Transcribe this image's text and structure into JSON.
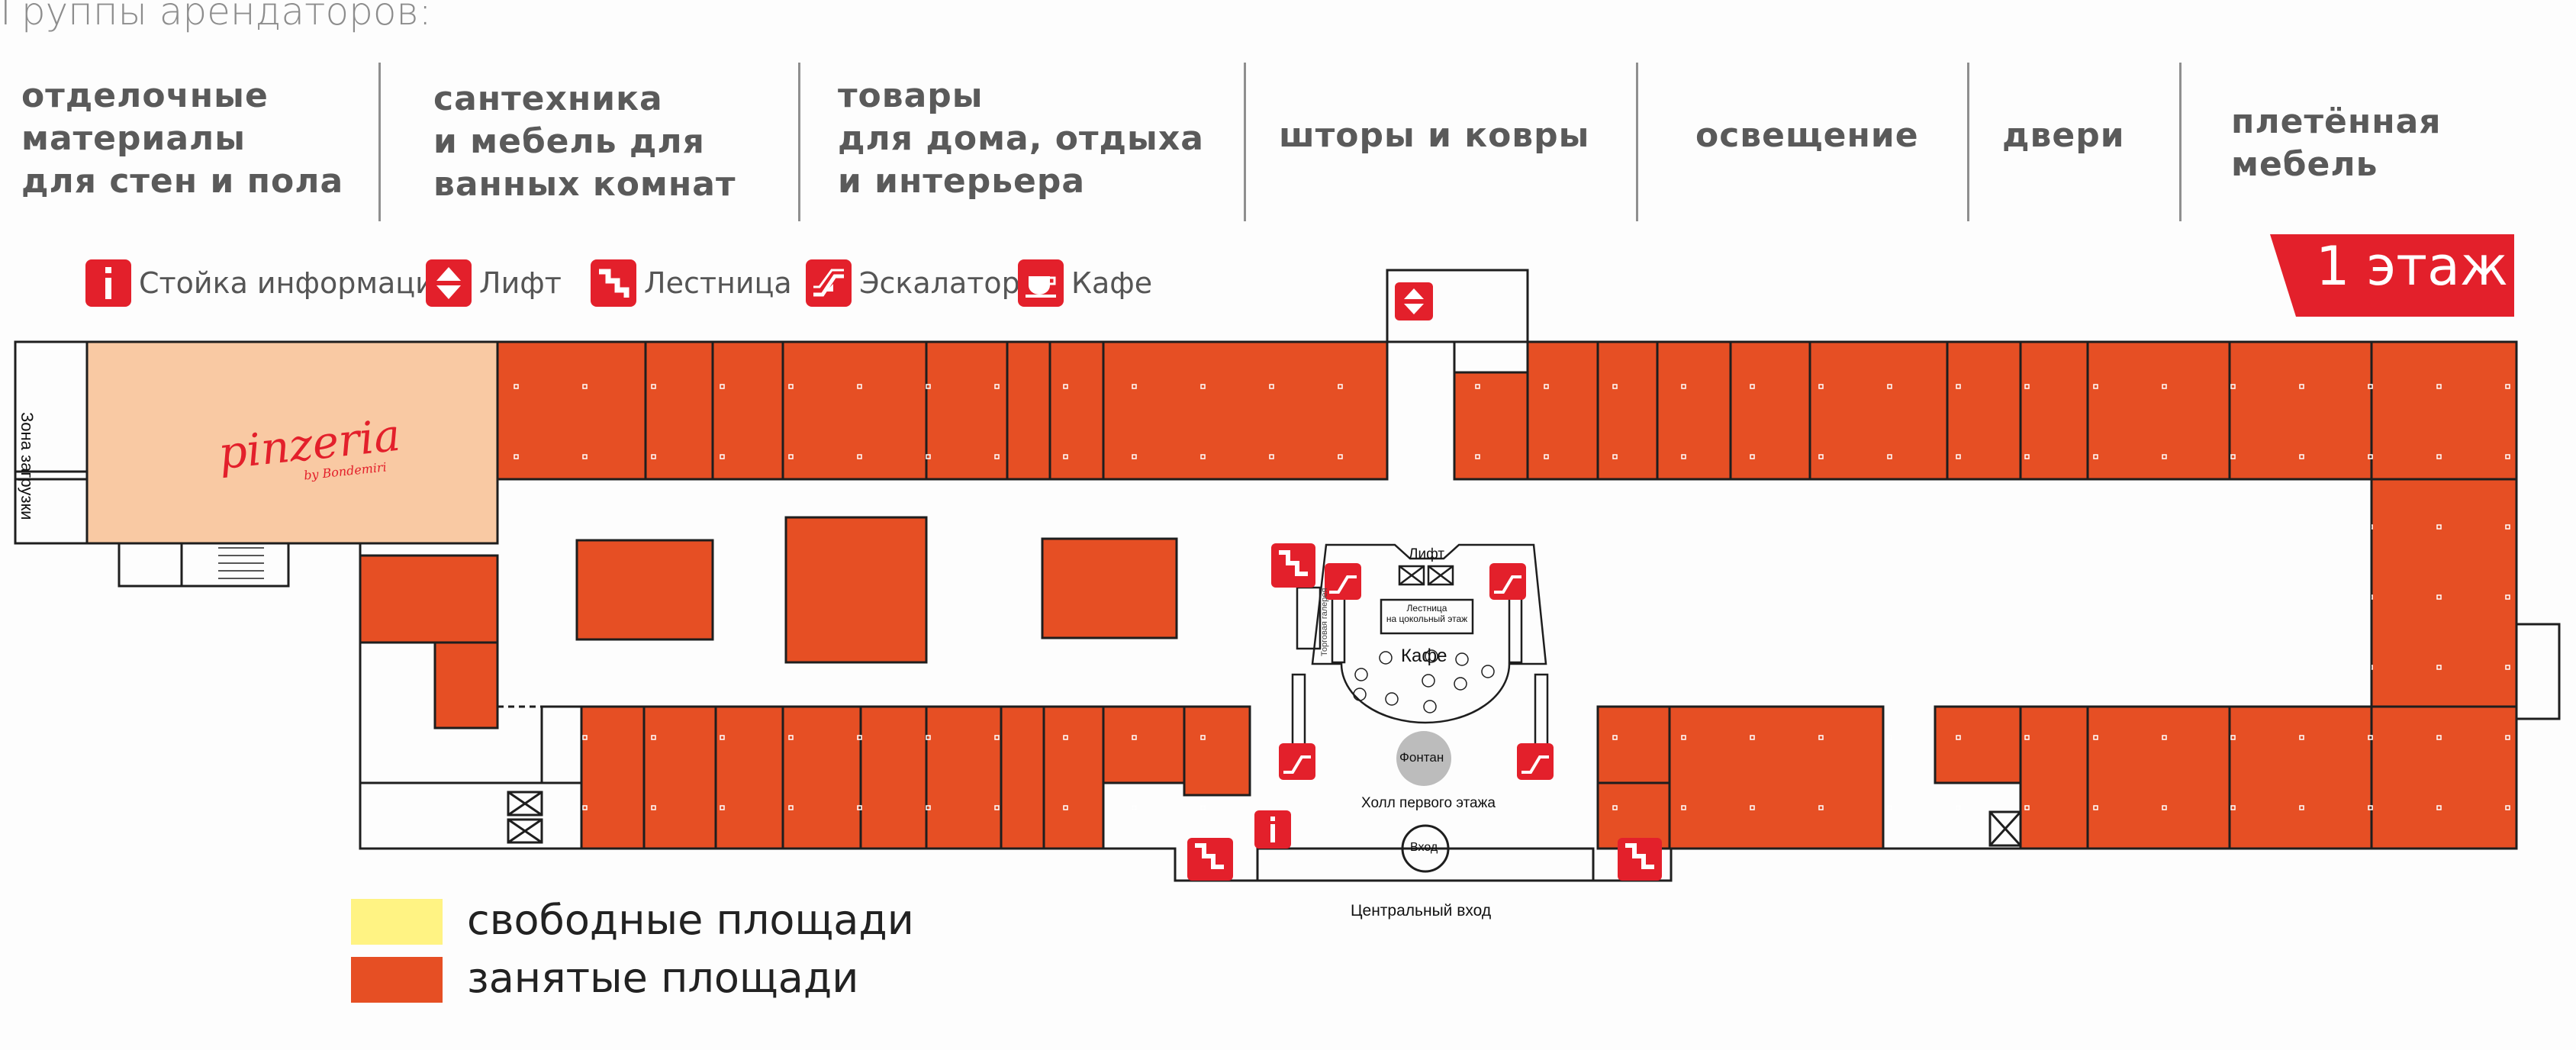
{
  "header": {
    "title": "Группы арендаторов:",
    "categories": [
      {
        "label": "отделочные\nматериалы\nдля стен и пола"
      },
      {
        "label": "сантехника\nи мебель для\nванных комнат"
      },
      {
        "label": "товары\nдля дома, отдыха\nи интерьера"
      },
      {
        "label": "шторы и ковры"
      },
      {
        "label": "освещение"
      },
      {
        "label": "двери"
      },
      {
        "label": "плетённая\nмебель"
      }
    ]
  },
  "legend": {
    "items": [
      {
        "label": "Стойка информации",
        "icon": "info-icon"
      },
      {
        "label": "Лифт",
        "icon": "elevator-icon"
      },
      {
        "label": "Лестница",
        "icon": "stairs-icon"
      },
      {
        "label": "Эскалатор",
        "icon": "escalator-icon"
      },
      {
        "label": "Кафе",
        "icon": "cafe-icon"
      }
    ]
  },
  "floor": {
    "label": "1 этаж"
  },
  "plan": {
    "loading_zone": "Зона загрузки",
    "anchor_tenant": "pinzeria",
    "anchor_tenant_sub": "by Bondemiri",
    "lift": "Лифт",
    "stairs_to_basement": "Лестница\nна цокольный этаж",
    "cafe": "Кафе",
    "fountain": "Фонтан",
    "hall": "Холл первого этажа",
    "entrance": "Вход",
    "central_entrance": "Центральный вход",
    "trade_gallery": "Торговая галерея"
  },
  "area_legend": {
    "items": [
      {
        "label": "свободные площади",
        "color": "#fff383"
      },
      {
        "label": "занятые площади",
        "color": "#e64f24"
      }
    ]
  },
  "colors": {
    "occupied": "#e64f24",
    "anchor": "#f9c9a3",
    "accent": "#e3202b",
    "outline": "#1e1e1e"
  }
}
